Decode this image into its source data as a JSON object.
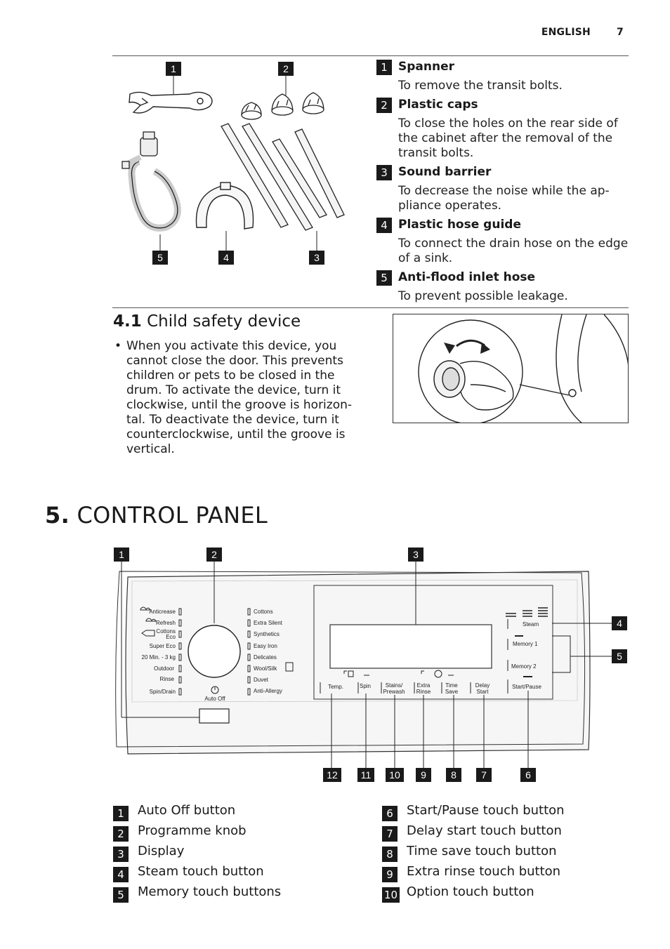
{
  "header": {
    "language": "ENGLISH",
    "page": "7"
  },
  "accessories": {
    "figure_callouts": [
      "1",
      "2",
      "5",
      "4",
      "3"
    ],
    "items": [
      {
        "num": "1",
        "title": "Spanner",
        "desc": "To remove the transit bolts."
      },
      {
        "num": "2",
        "title": "Plastic caps",
        "desc": "To close the holes on the rear side of the cabinet after the removal of the transit bolts."
      },
      {
        "num": "3",
        "title": "Sound barrier",
        "desc": "To decrease the noise while the ap-pliance operates."
      },
      {
        "num": "4",
        "title": "Plastic hose guide",
        "desc": "To connect the drain hose on the edge of a sink."
      },
      {
        "num": "5",
        "title": "Anti-flood inlet hose",
        "desc": "To prevent possible leakage."
      }
    ]
  },
  "child_safety": {
    "number": "4.1",
    "title": "Child safety device",
    "bullet": "When you activate this device, you cannot close the door. This prevents children or pets to be closed in the drum. To activate the device, turn it clockwise, until the groove is horizon-tal. To deactivate the device, turn it counterclockwise, until the groove is vertical."
  },
  "control_panel": {
    "number": "5.",
    "title": "CONTROL PANEL",
    "top_callouts": [
      "1",
      "2",
      "3"
    ],
    "right_callouts": [
      "4",
      "5"
    ],
    "bottom_callouts": [
      "12",
      "11",
      "10",
      "9",
      "8",
      "7",
      "6"
    ],
    "left_programmes": [
      "Anticrease",
      "Refresh",
      "Cottons",
      "Eco",
      "Super Eco",
      "20 Min. - 3 kg",
      "Outdoor",
      "Rinse",
      "Spin/Drain"
    ],
    "right_programmes": [
      "Cottons",
      "Extra Silent",
      "Synthetics",
      "Easy Iron",
      "Delicates",
      "Wool/Silk",
      "Duvet",
      "Anti-Allergy"
    ],
    "knob_label": "Auto Off",
    "buttons": [
      "Temp.",
      "Spin",
      "Stains/",
      "Prewash",
      "Extra",
      "Rinse",
      "Time",
      "Save",
      "Delay",
      "Start",
      "Start/Pause"
    ],
    "side_buttons": [
      "Steam",
      "Memory 1",
      "Memory 2"
    ]
  },
  "legend": {
    "left": [
      {
        "num": "1",
        "label": "Auto Off button"
      },
      {
        "num": "2",
        "label": "Programme knob"
      },
      {
        "num": "3",
        "label": "Display"
      },
      {
        "num": "4",
        "label": "Steam touch button"
      },
      {
        "num": "5",
        "label": "Memory touch buttons"
      }
    ],
    "right": [
      {
        "num": "6",
        "label": "Start/Pause touch button"
      },
      {
        "num": "7",
        "label": "Delay start touch button"
      },
      {
        "num": "8",
        "label": "Time save touch button"
      },
      {
        "num": "9",
        "label": "Extra rinse touch button"
      },
      {
        "num": "10",
        "label": "Option touch button"
      }
    ]
  }
}
